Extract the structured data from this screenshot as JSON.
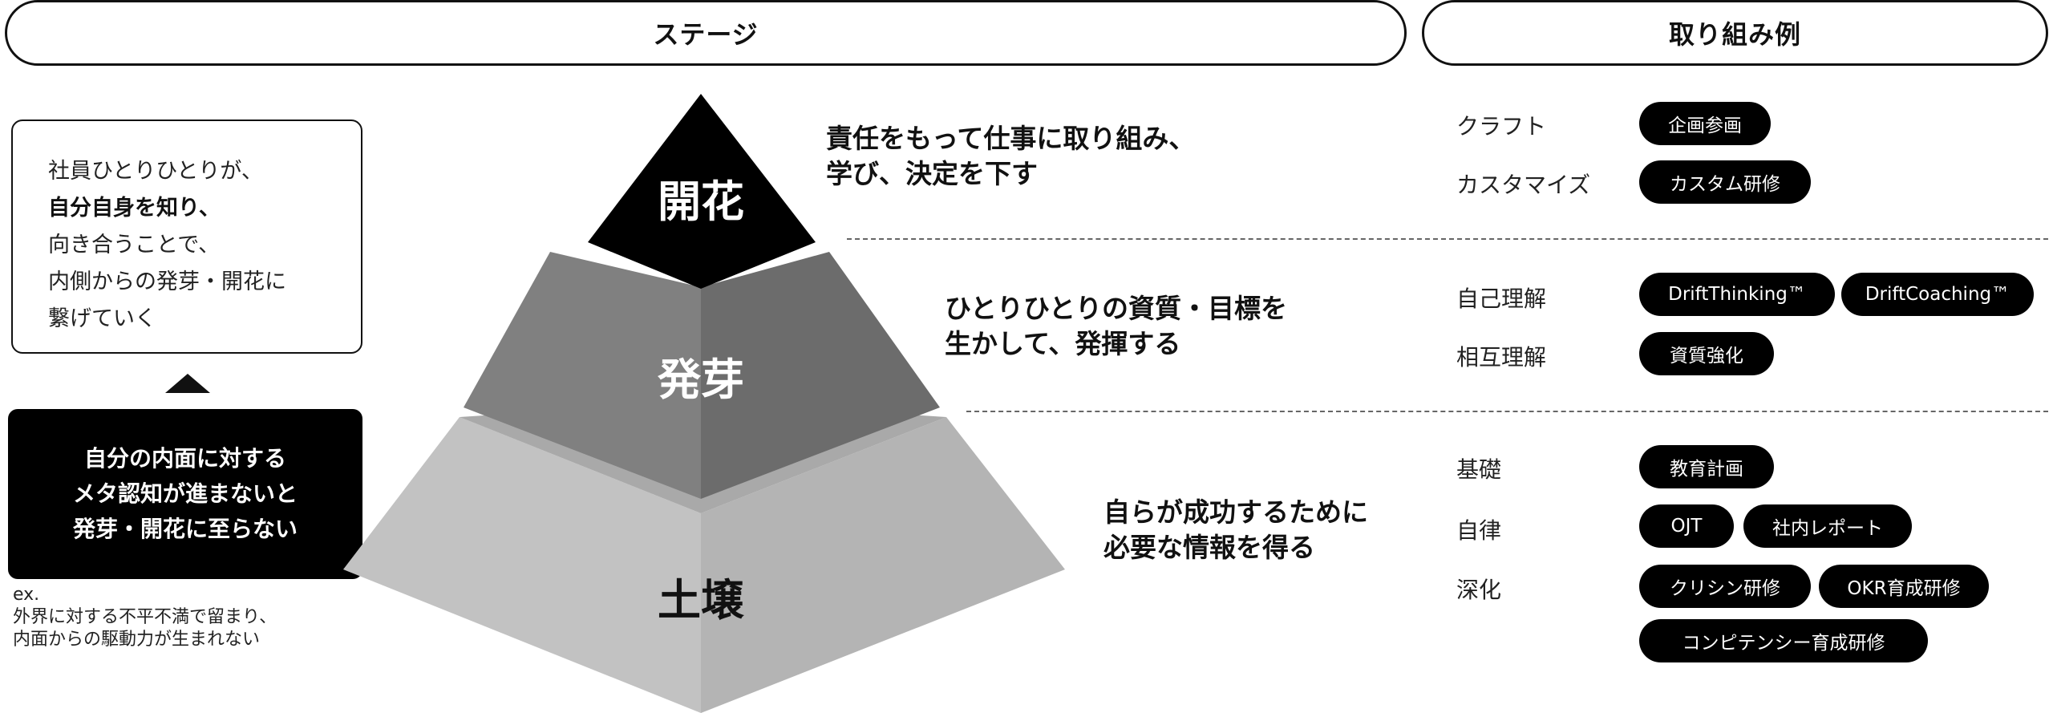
{
  "header": {
    "stage": "ステージ",
    "examples": "取り組み例"
  },
  "left": {
    "explain_lines": [
      "社員ひとりひとりが、",
      "自分自身を知り、",
      "向き合うことで、",
      "内側からの発芽・開花に",
      "繋げていく"
    ],
    "warning_lines": [
      "自分の内面に対する",
      "メタ認知が進まないと",
      "発芽・開花に至らない"
    ],
    "note_lines": [
      "ex.",
      "外界に対する不平不満で留まり、",
      "内面からの駆動力が生まれない"
    ]
  },
  "pyramid": {
    "top_label": "開花",
    "middle_label": "発芽",
    "bottom_label": "土壌",
    "colors": {
      "top": "#000000",
      "middle_front": "#808080",
      "middle_side": "#6c6c6c",
      "bottom_front": "#c2c2c2",
      "bottom_side": "#b4b4b4"
    }
  },
  "descriptions": {
    "bloom": [
      "責任をもって仕事に取り組み、",
      "学び、決定を下す"
    ],
    "sprout": [
      "ひとりひとりの資質・目標を",
      "生かして、発揮する"
    ],
    "soil": [
      "自らが成功するために",
      "必要な情報を得る"
    ]
  },
  "examples": {
    "craft_label": "クラフト",
    "craft_tags": [
      "企画参画"
    ],
    "custom_label": "カスタマイズ",
    "custom_tags": [
      "カスタム研修"
    ],
    "self_label": "自己理解",
    "self_tags": [
      "DriftThinking™",
      "DriftCoaching™"
    ],
    "mutual_label": "相互理解",
    "mutual_tags": [
      "資質強化"
    ],
    "basic_label": "基礎",
    "basic_tags": [
      "教育計画"
    ],
    "autonomy_label": "自律",
    "autonomy_tags": [
      "OJT",
      "社内レポート"
    ],
    "deepen_label": "深化",
    "deepen_tags": [
      "クリシン研修",
      "OKR育成研修",
      "コンピテンシー育成研修"
    ]
  }
}
